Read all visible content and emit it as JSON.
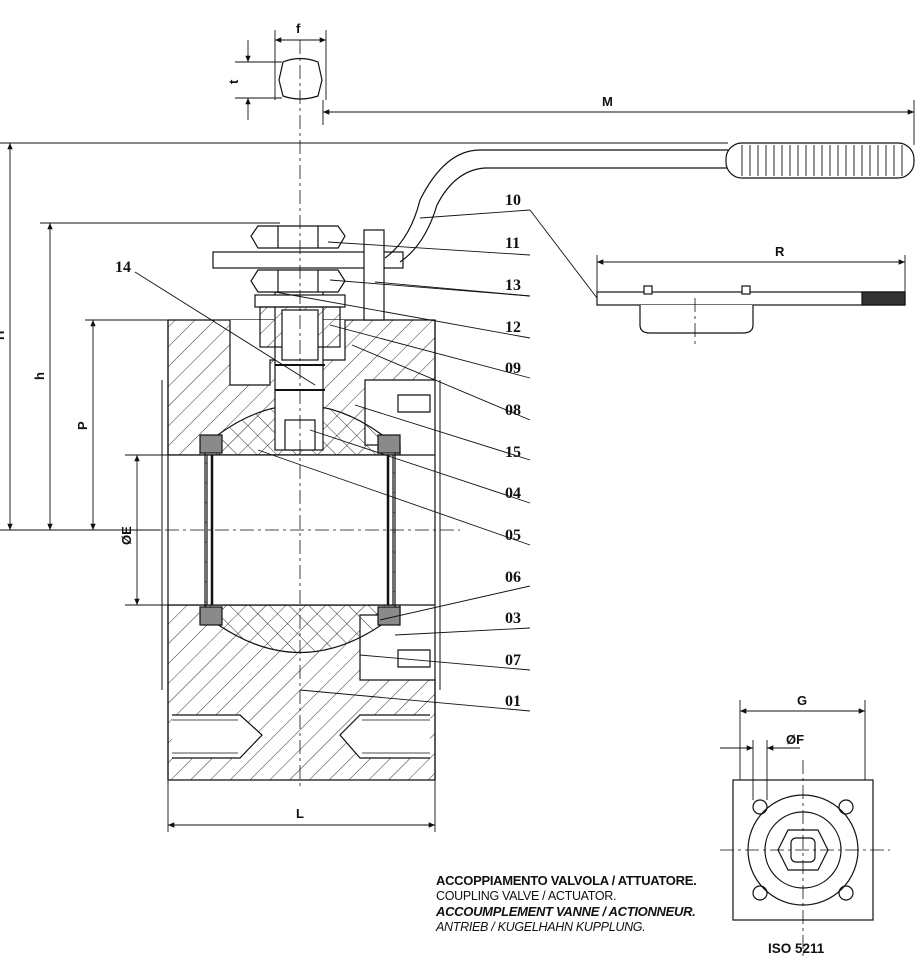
{
  "dimensions": {
    "f": "f",
    "t": "t",
    "M": "M",
    "H": "H",
    "h": "h",
    "P": "P",
    "E": "ØE",
    "L": "L",
    "R": "R",
    "G": "G",
    "F": "ØF"
  },
  "callouts": [
    "10",
    "11",
    "13",
    "12",
    "09",
    "08",
    "15",
    "04",
    "05",
    "06",
    "03",
    "07",
    "01",
    "14"
  ],
  "caption": {
    "line1": "ACCOPPIAMENTO VALVOLA / ATTUATORE.",
    "line2": "COUPLING VALVE / ACTUATOR.",
    "line3": "ACCOUMPLEMENT VANNE / ACTIONNEUR.",
    "line4": "ANTRIEB / KUGELHAHN KUPPLUNG."
  },
  "flange_standard": "ISO 5211"
}
